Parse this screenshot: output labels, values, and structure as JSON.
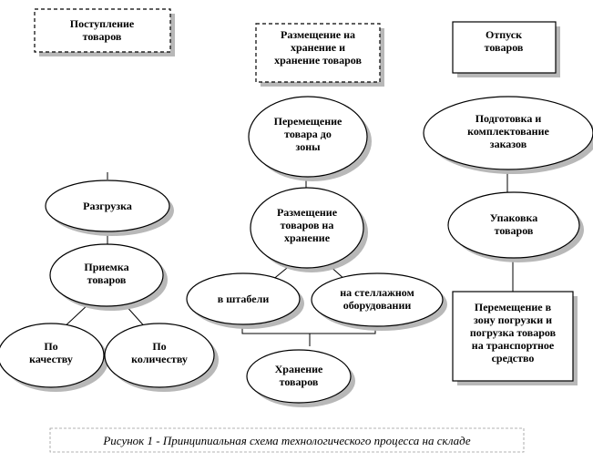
{
  "nodes": {
    "receipt": {
      "lines": [
        "Поступление",
        "товаров"
      ]
    },
    "storage_placement": {
      "lines": [
        "Размещение на",
        "хранение и",
        "хранение товаров"
      ]
    },
    "release": {
      "lines": [
        "Отпуск",
        "товаров"
      ]
    },
    "move_to_zone": {
      "lines": [
        "Перемещение",
        "товара до",
        "зоны"
      ]
    },
    "picking": {
      "lines": [
        "Подготовка и",
        "комплектование",
        "заказов"
      ]
    },
    "unloading": {
      "lines": [
        "Разгрузка"
      ]
    },
    "placement": {
      "lines": [
        "Размещение",
        "товаров на",
        "хранение"
      ]
    },
    "packing": {
      "lines": [
        "Упаковка",
        "товаров"
      ]
    },
    "acceptance": {
      "lines": [
        "Приемка",
        "товаров"
      ]
    },
    "in_stacks": {
      "lines": [
        "в штабели"
      ]
    },
    "on_racks": {
      "lines": [
        "на стеллажном",
        "оборудовании"
      ]
    },
    "loading": {
      "lines": [
        "Перемещение в",
        "зону погрузки и",
        "погрузка товаров",
        "на транспортное",
        "средство"
      ]
    },
    "by_quality": {
      "lines": [
        "По",
        "качеству"
      ]
    },
    "by_quantity": {
      "lines": [
        "По",
        "количеству"
      ]
    },
    "storage": {
      "lines": [
        "Хранение",
        "товаров"
      ]
    }
  },
  "caption": "Рисунок 1 -   Принципиальная схема технологического процесса на складе"
}
